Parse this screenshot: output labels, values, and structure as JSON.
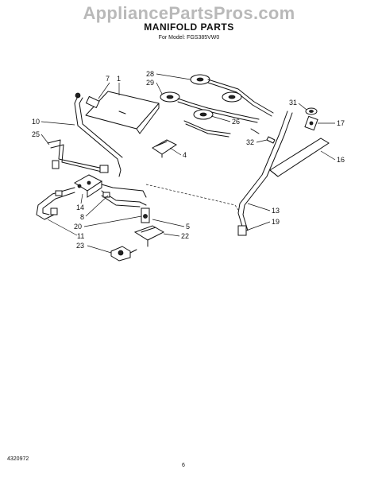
{
  "watermark": "AppliancePartsPros.com",
  "title": "MANIFOLD PARTS",
  "subtitle": "For Model: FGS385VW0",
  "footer": {
    "code": "4320972",
    "page": "6"
  },
  "callouts": [
    "7",
    "1",
    "10",
    "25",
    "14",
    "8",
    "20",
    "11",
    "23",
    "4",
    "5",
    "22",
    "28",
    "29",
    "26",
    "31",
    "17",
    "32",
    "16",
    "13",
    "19"
  ]
}
